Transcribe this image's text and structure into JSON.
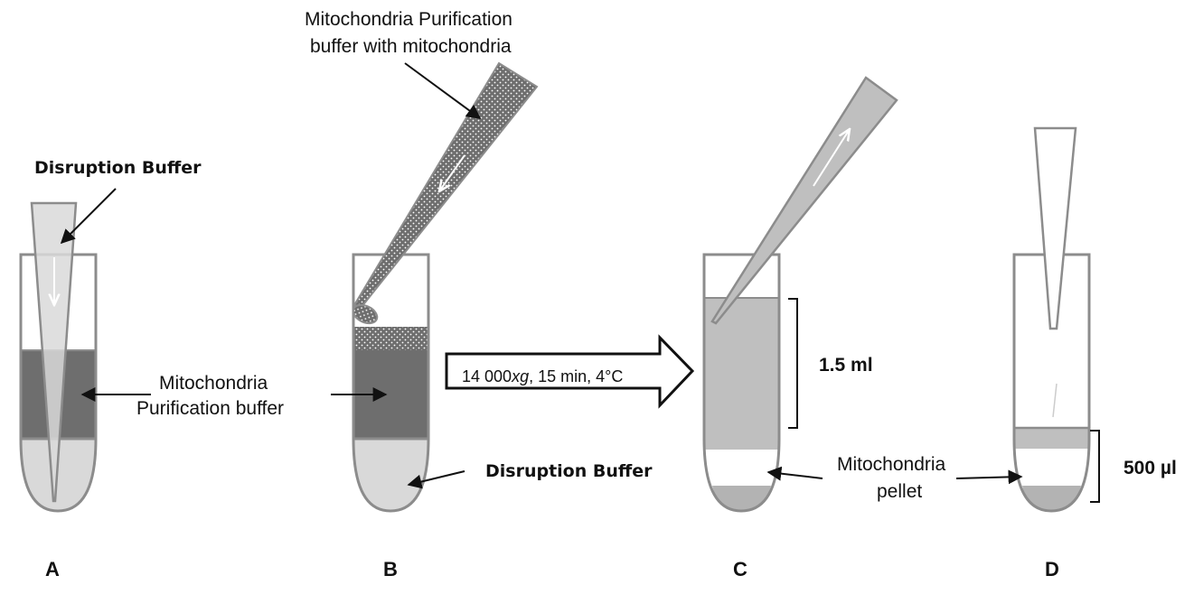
{
  "labels": {
    "disruption_buffer_a": "Disruption Buffer",
    "mito_purif_buffer_line1": "Mitochondria",
    "mito_purif_buffer_line2": "Purification buffer",
    "mito_purif_with_mito_line1": "Mitochondria Purification",
    "mito_purif_with_mito_line2": "buffer with mitochondria",
    "disruption_buffer_b": "Disruption Buffer",
    "mito_pellet_line1": "Mitochondria",
    "mito_pellet_line2": "pellet",
    "volume_c": "1.5 ml",
    "volume_d": "500 µl"
  },
  "centrifuge": {
    "speed": "14 000",
    "unit": "xg",
    "rest": ", 15 min, 4°C"
  },
  "panels": [
    "A",
    "B",
    "C",
    "D"
  ],
  "colors": {
    "tube_outline": "#8c8c8c",
    "dark_fill": "#6e6e6e",
    "medium_fill": "#bfbfbf",
    "light_fill": "#d9d9d9",
    "pellet_fill": "#b3b3b3"
  }
}
